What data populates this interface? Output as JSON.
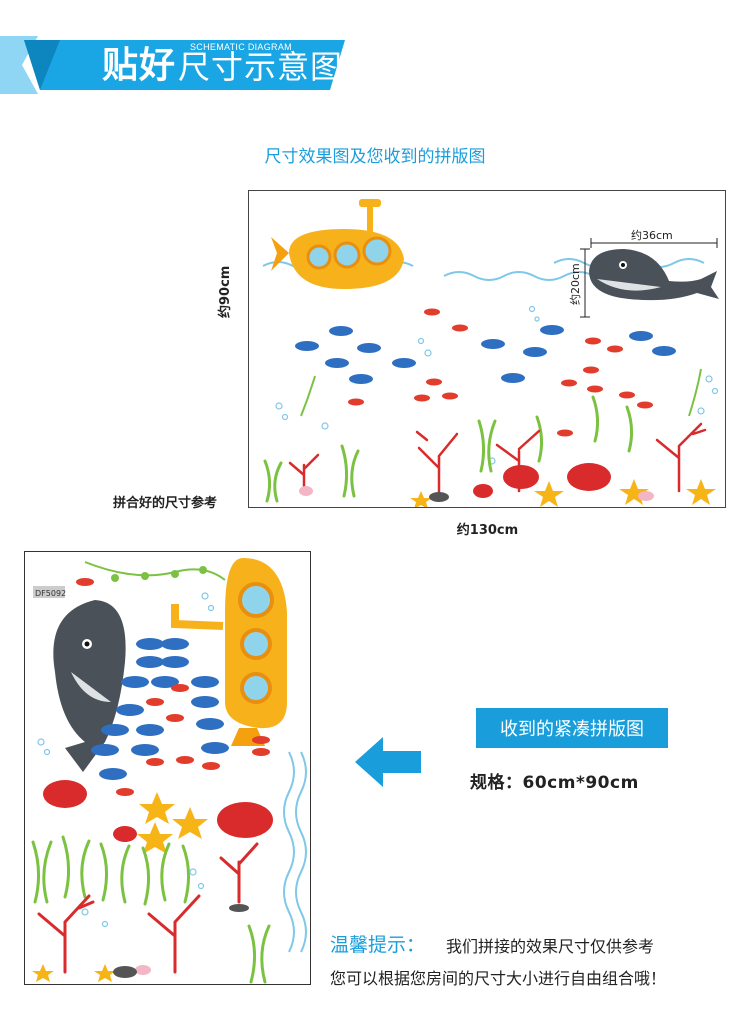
{
  "header": {
    "title_strong": "贴好",
    "title_light": "尺寸示意图",
    "subtitle": "SCHEMATIC DIAGRAM"
  },
  "section_title": "尺寸效果图及您收到的拼版图",
  "preview": {
    "height_label": "约90cm",
    "width_label": "约130cm",
    "assembled_note": "拼合好的尺寸参考",
    "whale_width_label": "约36cm",
    "whale_height_label": "约20cm"
  },
  "sheet": {
    "code": "DF5092"
  },
  "received": {
    "badge": "收到的紧凑拼版图",
    "spec": "规格：60cm*90cm"
  },
  "tip": {
    "label": "温馨提示：",
    "line1": "我们拼接的效果尺寸仅供参考",
    "line2": "您可以根据您房间的尺寸大小进行自由组合哦！"
  },
  "colors": {
    "accent": "#1a9edb",
    "submarine": "#f7b21b",
    "whale": "#4a5159",
    "fish_blue": "#2f6fc2",
    "fish_red": "#e23c2c",
    "coral": "#d92b2b",
    "weed": "#7cc242",
    "star": "#f6b417"
  }
}
